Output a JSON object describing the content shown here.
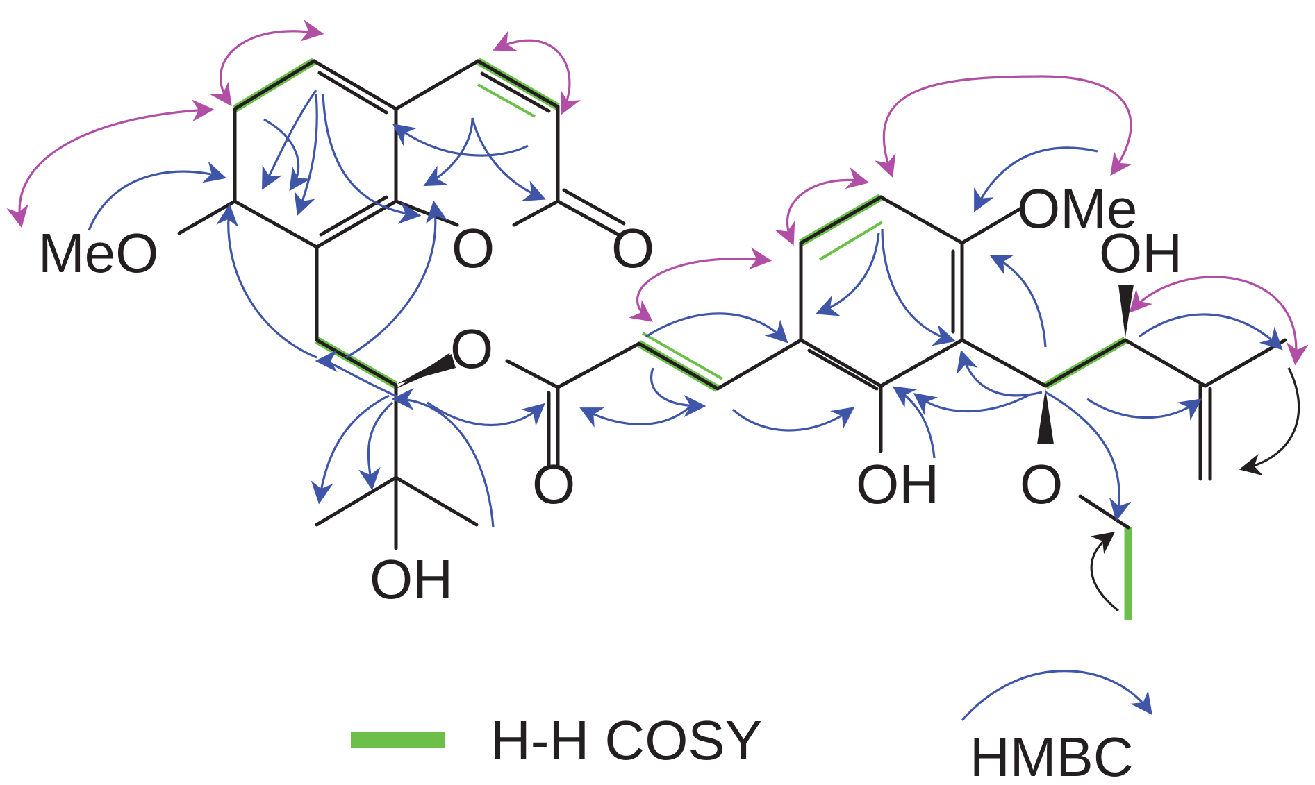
{
  "colors": {
    "bond": "#231f20",
    "cosy": "#6cc04a",
    "hmbc": "#3f55a8",
    "noesy": "#b14fa6",
    "other": "#231f20"
  },
  "atoms": {
    "meo_left": "MeO",
    "o_ring": "O",
    "o_carbonyl_ring": "O",
    "o_ester": "O",
    "o_ester_carbonyl": "O",
    "oh_side": "OH",
    "ome_right": "OMe",
    "oh_right_top": "OH",
    "oh_phenol": "OH",
    "o_ether": "O"
  },
  "legend": {
    "cosy_label": "H-H COSY",
    "hmbc_label": "HMBC"
  }
}
